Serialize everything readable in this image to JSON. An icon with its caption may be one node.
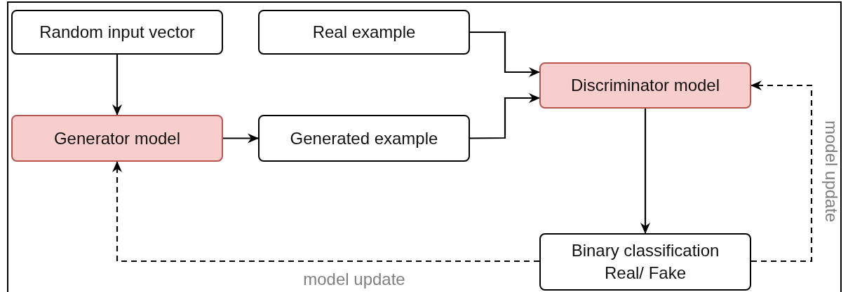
{
  "diagram": {
    "nodes": [
      {
        "text": [
          "Random input vector"
        ]
      },
      {
        "text": [
          "Real example"
        ]
      },
      {
        "text": [
          "Discriminator model"
        ]
      },
      {
        "text": [
          "Generator model"
        ]
      },
      {
        "text": [
          "Generated example"
        ]
      },
      {
        "text": [
          "Binary classification Real/ Fake"
        ]
      }
    ],
    "edges": [
      {
        "from": 0,
        "to": 3,
        "arrow": "to"
      },
      {
        "from": 3,
        "to": 4,
        "arrow": "to"
      },
      {
        "from": 1,
        "to": 2,
        "arrow": "to"
      },
      {
        "from": 4,
        "to": 2,
        "arrow": "to"
      },
      {
        "from": 2,
        "to": 5,
        "arrow": "to"
      },
      {
        "from": 5,
        "to": 3,
        "arrow": "to",
        "style": "dashed",
        "label": "model update"
      },
      {
        "from": 5,
        "to": 2,
        "arrow": "to",
        "style": "dashed",
        "label": "model update"
      }
    ]
  }
}
